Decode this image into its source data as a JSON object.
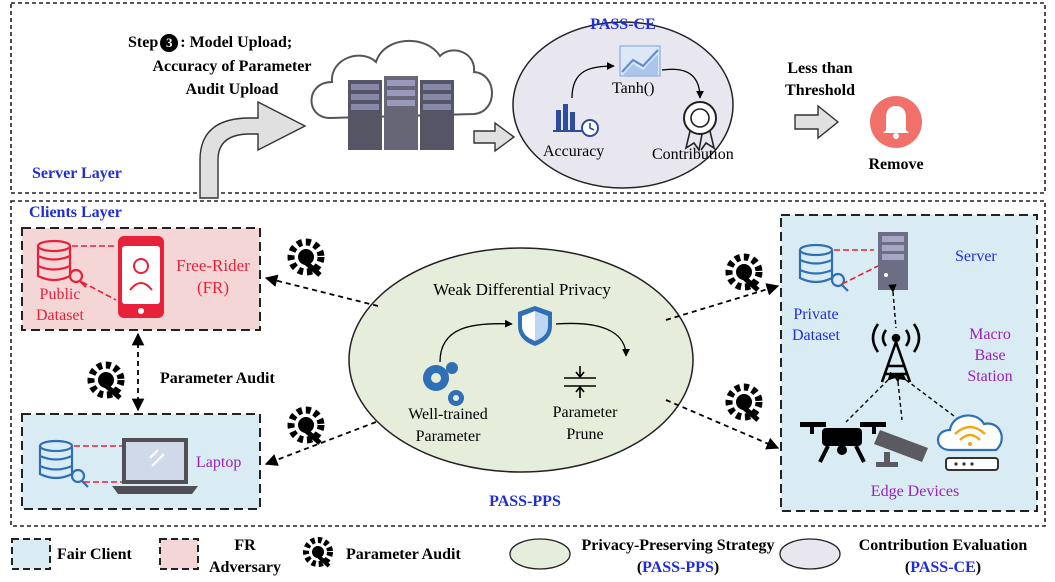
{
  "server_layer": {
    "label": "Server Layer",
    "step_text": [
      "Step",
      ": Model Upload;",
      "Accuracy of Parameter",
      "Audit Upload"
    ],
    "step_number": "3",
    "pass_ce": {
      "title": "PASS-CE",
      "accuracy": "Accuracy",
      "tanh": "Tanh()",
      "contribution": "Contribution"
    },
    "threshold": [
      "Less than",
      "Threshold"
    ],
    "remove": "Remove"
  },
  "clients_layer": {
    "label": "Clients Layer",
    "free_rider": {
      "public_dataset": [
        "Public",
        "Dataset"
      ],
      "label": [
        "Free-Rider",
        "(FR)"
      ]
    },
    "laptop": {
      "label": "Laptop"
    },
    "parameter_audit": "Parameter Audit",
    "pass_pps": {
      "title": "PASS-PPS",
      "weak_dp": "Weak Differential Privacy",
      "well_trained": [
        "Well-trained",
        "Parameter"
      ],
      "param_prune": [
        "Parameter",
        "Prune"
      ]
    },
    "right_client": {
      "server": "Server",
      "private_dataset": [
        "Private",
        "Dataset"
      ],
      "macro_station": [
        "Macro",
        "Base",
        "Station"
      ],
      "edge_devices": "Edge Devices"
    }
  },
  "legend": {
    "fair_client": "Fair Client",
    "fr_adversary": [
      "FR",
      "Adversary"
    ],
    "parameter_audit": "Parameter Audit",
    "pps": [
      "Privacy-Preserving Strategy",
      "PASS-PPS"
    ],
    "ce": [
      "Contribution Evaluation",
      "PASS-CE"
    ]
  },
  "colors": {
    "blue_text": "#1f2fd6",
    "purple_text": "#9a22b8",
    "red_device": "#e8213b",
    "fair_client_bg": "#d9ecf3",
    "fr_bg": "#f4d6d6",
    "pps_ellipse": "#e6eedb",
    "ce_ellipse": "#e8e6ef",
    "icon_blue": "#2e6fb6"
  }
}
